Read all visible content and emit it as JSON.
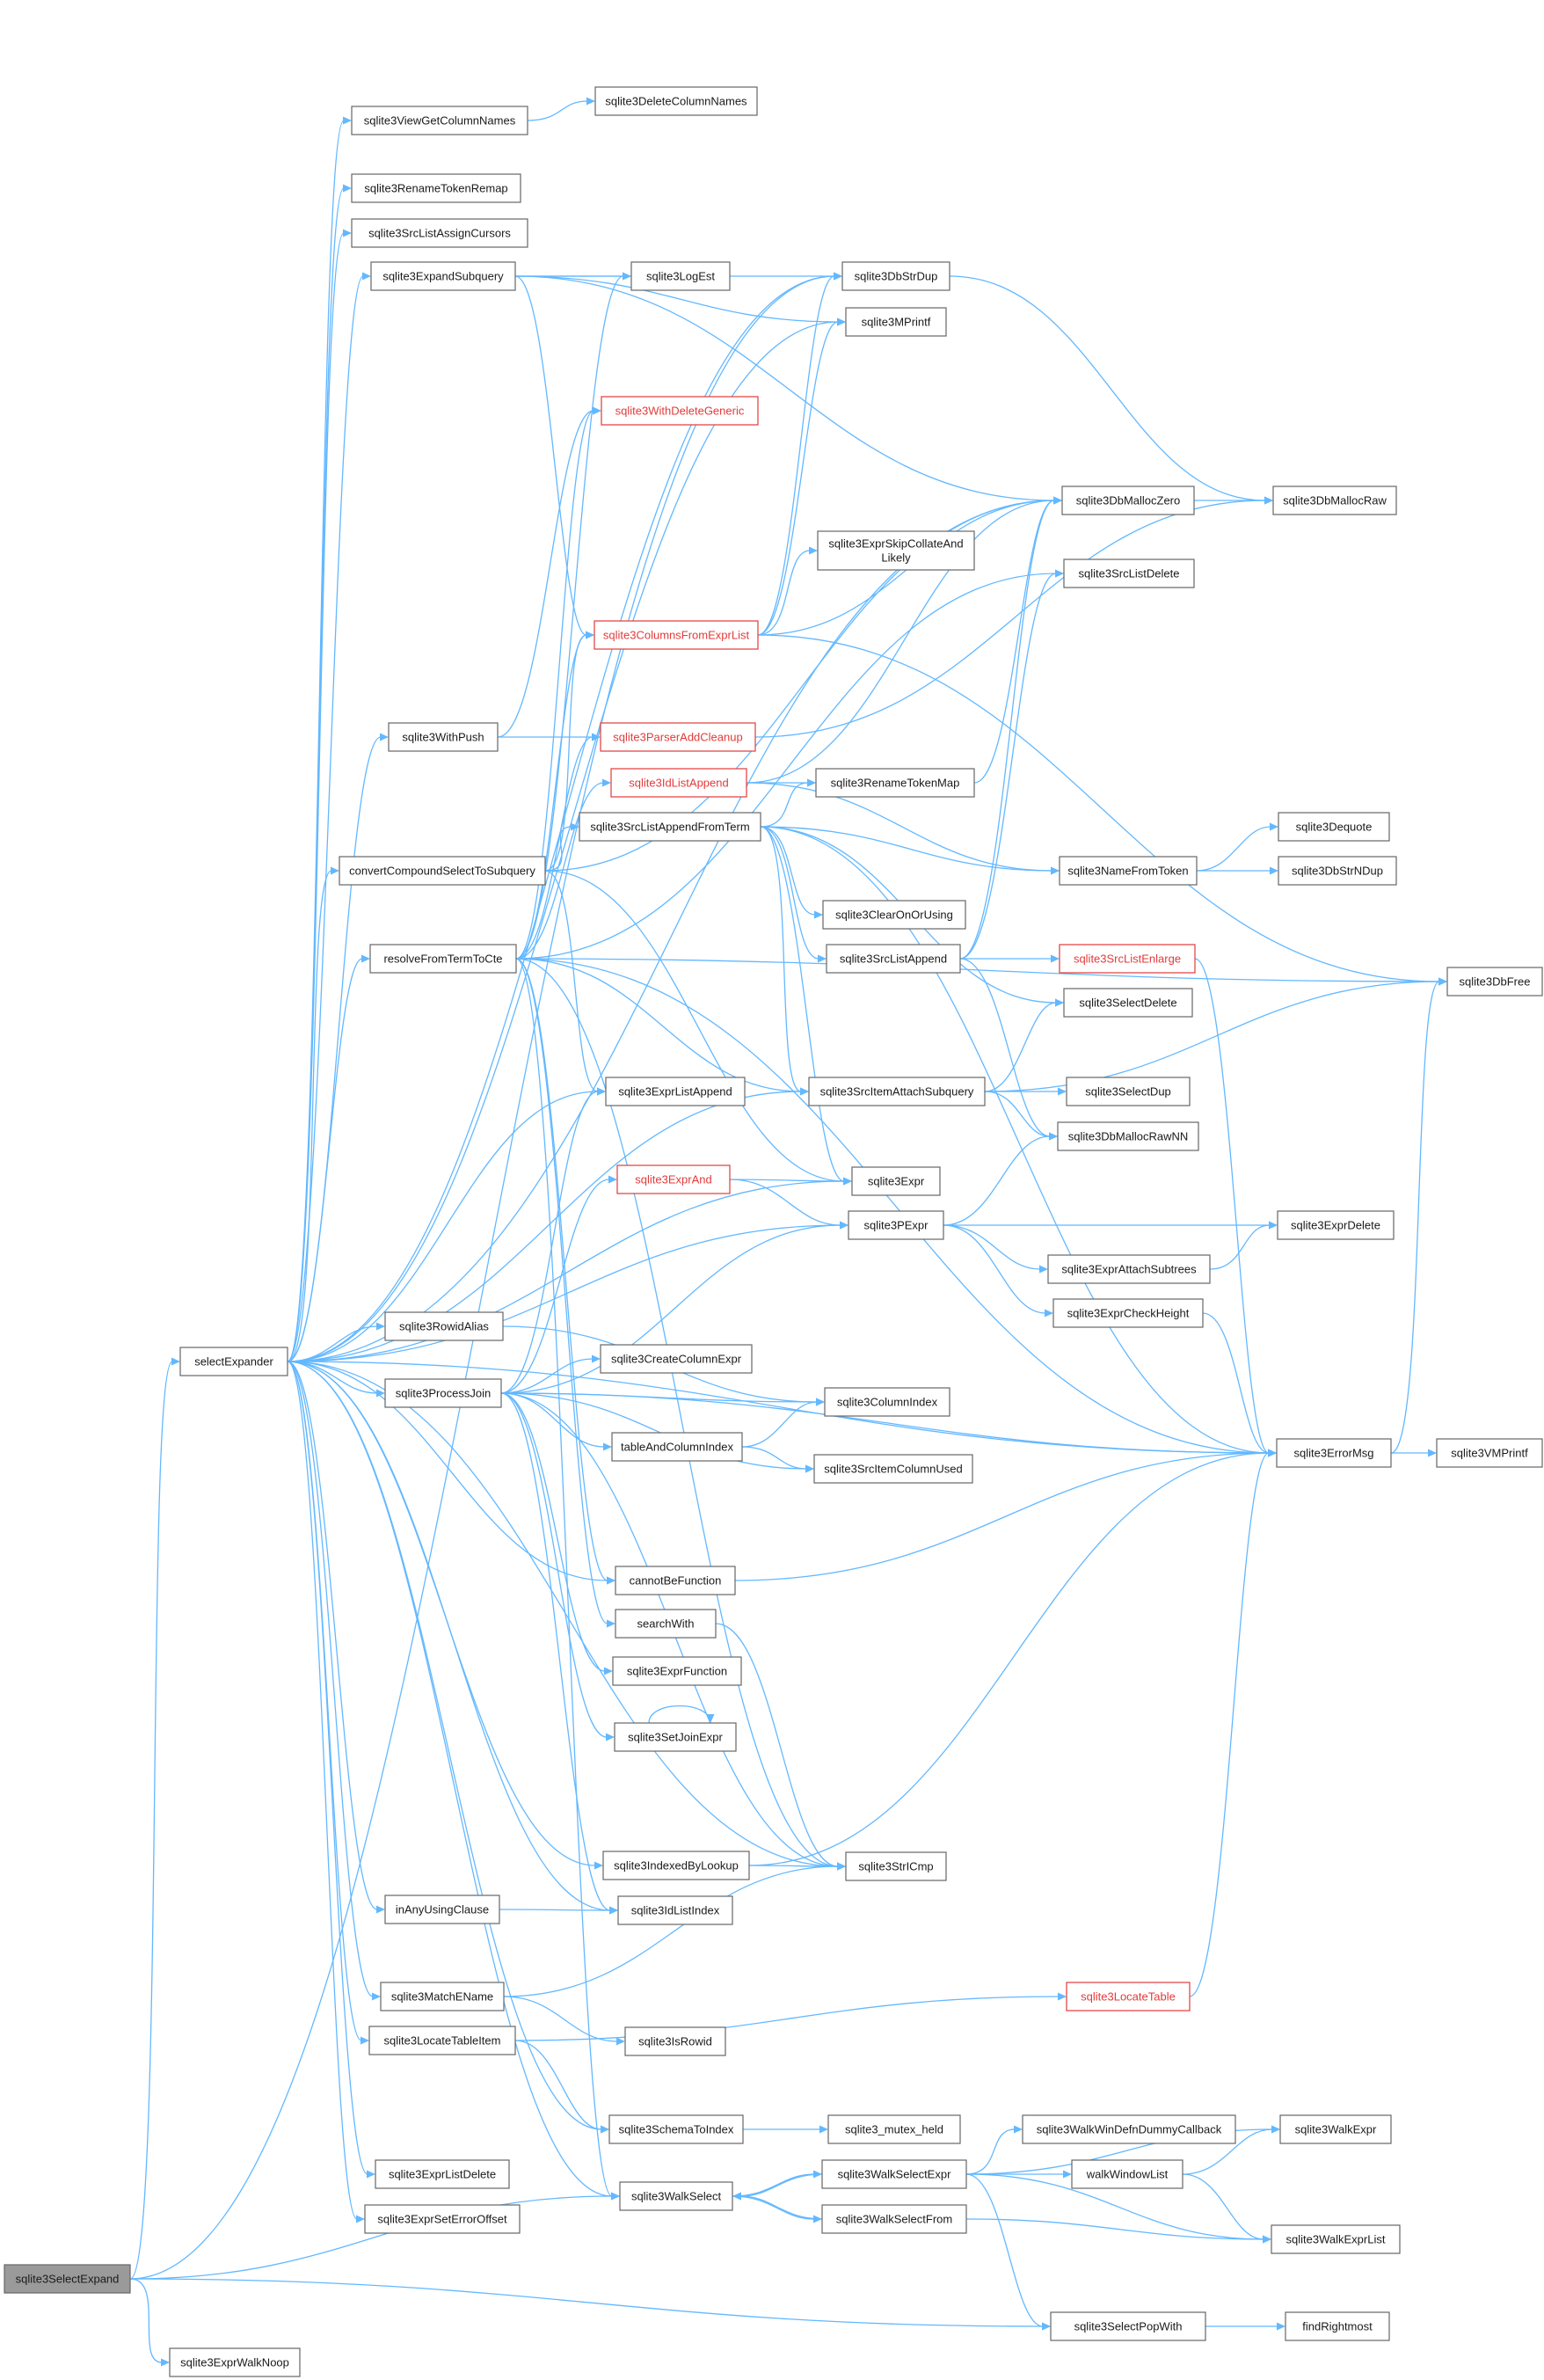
{
  "graph": {
    "nodes": [
      {
        "id": "sqlite3SelectExpand",
        "label": "sqlite3SelectExpand",
        "root": true
      },
      {
        "id": "sqlite3ExprWalkNoop",
        "label": "sqlite3ExprWalkNoop"
      },
      {
        "id": "selectExpander",
        "label": "selectExpander"
      },
      {
        "id": "sqlite3ViewGetColumnNames",
        "label": "sqlite3ViewGetColumnNames"
      },
      {
        "id": "sqlite3DeleteColumnNames",
        "label": "sqlite3DeleteColumnNames"
      },
      {
        "id": "sqlite3RenameTokenRemap",
        "label": "sqlite3RenameTokenRemap"
      },
      {
        "id": "sqlite3SrcListAssignCursors",
        "label": "sqlite3SrcListAssignCursors"
      },
      {
        "id": "sqlite3ExpandSubquery",
        "label": "sqlite3ExpandSubquery"
      },
      {
        "id": "sqlite3LogEst",
        "label": "sqlite3LogEst"
      },
      {
        "id": "sqlite3DbStrDup",
        "label": "sqlite3DbStrDup"
      },
      {
        "id": "sqlite3MPrintf",
        "label": "sqlite3MPrintf"
      },
      {
        "id": "sqlite3WithDeleteGeneric",
        "label": "sqlite3WithDeleteGeneric",
        "red": true
      },
      {
        "id": "sqlite3DbMallocZero",
        "label": "sqlite3DbMallocZero"
      },
      {
        "id": "sqlite3DbMallocRaw",
        "label": "sqlite3DbMallocRaw"
      },
      {
        "id": "sqlite3ExprSkipCollateAndLikely",
        "label": "sqlite3ExprSkipCollateAnd\nLikely"
      },
      {
        "id": "sqlite3SrcListDelete",
        "label": "sqlite3SrcListDelete"
      },
      {
        "id": "sqlite3ColumnsFromExprList",
        "label": "sqlite3ColumnsFromExprList",
        "red": true
      },
      {
        "id": "sqlite3WithPush",
        "label": "sqlite3WithPush"
      },
      {
        "id": "sqlite3ParserAddCleanup",
        "label": "sqlite3ParserAddCleanup",
        "red": true
      },
      {
        "id": "sqlite3IdListAppend",
        "label": "sqlite3IdListAppend",
        "red": true
      },
      {
        "id": "sqlite3RenameTokenMap",
        "label": "sqlite3RenameTokenMap"
      },
      {
        "id": "sqlite3SrcListAppendFromTerm",
        "label": "sqlite3SrcListAppendFromTerm"
      },
      {
        "id": "sqlite3Dequote",
        "label": "sqlite3Dequote"
      },
      {
        "id": "convertCompoundSelectToSubquery",
        "label": "convertCompoundSelectToSubquery"
      },
      {
        "id": "sqlite3NameFromToken",
        "label": "sqlite3NameFromToken"
      },
      {
        "id": "sqlite3DbStrNDup",
        "label": "sqlite3DbStrNDup"
      },
      {
        "id": "sqlite3ClearOnOrUsing",
        "label": "sqlite3ClearOnOrUsing"
      },
      {
        "id": "resolveFromTermToCte",
        "label": "resolveFromTermToCte"
      },
      {
        "id": "sqlite3SrcListAppend",
        "label": "sqlite3SrcListAppend"
      },
      {
        "id": "sqlite3SrcListEnlarge",
        "label": "sqlite3SrcListEnlarge",
        "red": true
      },
      {
        "id": "sqlite3DbFree",
        "label": "sqlite3DbFree"
      },
      {
        "id": "sqlite3SelectDelete",
        "label": "sqlite3SelectDelete"
      },
      {
        "id": "sqlite3ExprListAppend",
        "label": "sqlite3ExprListAppend"
      },
      {
        "id": "sqlite3SrcItemAttachSubquery",
        "label": "sqlite3SrcItemAttachSubquery"
      },
      {
        "id": "sqlite3SelectDup",
        "label": "sqlite3SelectDup"
      },
      {
        "id": "sqlite3DbMallocRawNN",
        "label": "sqlite3DbMallocRawNN"
      },
      {
        "id": "sqlite3ExprAnd",
        "label": "sqlite3ExprAnd",
        "red": true
      },
      {
        "id": "sqlite3Expr",
        "label": "sqlite3Expr"
      },
      {
        "id": "sqlite3PExpr",
        "label": "sqlite3PExpr"
      },
      {
        "id": "sqlite3ExprDelete",
        "label": "sqlite3ExprDelete"
      },
      {
        "id": "sqlite3ExprAttachSubtrees",
        "label": "sqlite3ExprAttachSubtrees"
      },
      {
        "id": "sqlite3ExprCheckHeight",
        "label": "sqlite3ExprCheckHeight"
      },
      {
        "id": "sqlite3RowidAlias",
        "label": "sqlite3RowidAlias"
      },
      {
        "id": "sqlite3ProcessJoin",
        "label": "sqlite3ProcessJoin"
      },
      {
        "id": "sqlite3CreateColumnExpr",
        "label": "sqlite3CreateColumnExpr"
      },
      {
        "id": "sqlite3ColumnIndex",
        "label": "sqlite3ColumnIndex"
      },
      {
        "id": "sqlite3ErrorMsg",
        "label": "sqlite3ErrorMsg"
      },
      {
        "id": "sqlite3VMPrintf",
        "label": "sqlite3VMPrintf"
      },
      {
        "id": "tableAndColumnIndex",
        "label": "tableAndColumnIndex"
      },
      {
        "id": "sqlite3SrcItemColumnUsed",
        "label": "sqlite3SrcItemColumnUsed"
      },
      {
        "id": "cannotBeFunction",
        "label": "cannotBeFunction"
      },
      {
        "id": "searchWith",
        "label": "searchWith"
      },
      {
        "id": "sqlite3ExprFunction",
        "label": "sqlite3ExprFunction"
      },
      {
        "id": "sqlite3SetJoinExpr",
        "label": "sqlite3SetJoinExpr"
      },
      {
        "id": "sqlite3IndexedByLookup",
        "label": "sqlite3IndexedByLookup"
      },
      {
        "id": "sqlite3StrICmp",
        "label": "sqlite3StrICmp"
      },
      {
        "id": "inAnyUsingClause",
        "label": "inAnyUsingClause"
      },
      {
        "id": "sqlite3IdListIndex",
        "label": "sqlite3IdListIndex"
      },
      {
        "id": "sqlite3MatchEName",
        "label": "sqlite3MatchEName"
      },
      {
        "id": "sqlite3LocateTable",
        "label": "sqlite3LocateTable",
        "red": true
      },
      {
        "id": "sqlite3IsRowid",
        "label": "sqlite3IsRowid"
      },
      {
        "id": "sqlite3LocateTableItem",
        "label": "sqlite3LocateTableItem"
      },
      {
        "id": "sqlite3SchemaToIndex",
        "label": "sqlite3SchemaToIndex"
      },
      {
        "id": "sqlite3_mutex_held",
        "label": "sqlite3_mutex_held"
      },
      {
        "id": "sqlite3WalkWinDefnDummyCallback",
        "label": "sqlite3WalkWinDefnDummyCallback"
      },
      {
        "id": "sqlite3WalkExpr",
        "label": "sqlite3WalkExpr"
      },
      {
        "id": "sqlite3ExprListDelete",
        "label": "sqlite3ExprListDelete"
      },
      {
        "id": "sqlite3WalkSelectExpr",
        "label": "sqlite3WalkSelectExpr"
      },
      {
        "id": "walkWindowList",
        "label": "walkWindowList"
      },
      {
        "id": "sqlite3ExprSetErrorOffset",
        "label": "sqlite3ExprSetErrorOffset"
      },
      {
        "id": "sqlite3WalkSelect",
        "label": "sqlite3WalkSelect"
      },
      {
        "id": "sqlite3WalkSelectFrom",
        "label": "sqlite3WalkSelectFrom"
      },
      {
        "id": "sqlite3WalkExprList",
        "label": "sqlite3WalkExprList"
      },
      {
        "id": "sqlite3SelectPopWith",
        "label": "sqlite3SelectPopWith"
      },
      {
        "id": "findRightmost",
        "label": "findRightmost"
      }
    ],
    "edges": [
      [
        "sqlite3SelectExpand",
        "sqlite3ExprWalkNoop"
      ],
      [
        "sqlite3SelectExpand",
        "selectExpander"
      ],
      [
        "sqlite3SelectExpand",
        "sqlite3WalkSelect"
      ],
      [
        "sqlite3SelectExpand",
        "sqlite3SelectPopWith"
      ],
      [
        "sqlite3SelectExpand",
        "sqlite3DbStrDup"
      ],
      [
        "selectExpander",
        "sqlite3ViewGetColumnNames"
      ],
      [
        "selectExpander",
        "sqlite3RenameTokenRemap"
      ],
      [
        "selectExpander",
        "sqlite3SrcListAssignCursors"
      ],
      [
        "selectExpander",
        "sqlite3ExpandSubquery"
      ],
      [
        "selectExpander",
        "sqlite3MPrintf"
      ],
      [
        "selectExpander",
        "sqlite3DbMallocZero"
      ],
      [
        "selectExpander",
        "sqlite3WithPush"
      ],
      [
        "selectExpander",
        "convertCompoundSelectToSubquery"
      ],
      [
        "selectExpander",
        "resolveFromTermToCte"
      ],
      [
        "selectExpander",
        "sqlite3ExprListAppend"
      ],
      [
        "selectExpander",
        "sqlite3SrcItemAttachSubquery"
      ],
      [
        "selectExpander",
        "sqlite3Expr"
      ],
      [
        "selectExpander",
        "sqlite3PExpr"
      ],
      [
        "selectExpander",
        "sqlite3RowidAlias"
      ],
      [
        "selectExpander",
        "sqlite3ProcessJoin"
      ],
      [
        "selectExpander",
        "sqlite3ErrorMsg"
      ],
      [
        "selectExpander",
        "cannotBeFunction"
      ],
      [
        "selectExpander",
        "sqlite3IndexedByLookup"
      ],
      [
        "selectExpander",
        "inAnyUsingClause"
      ],
      [
        "selectExpander",
        "sqlite3IdListIndex"
      ],
      [
        "selectExpander",
        "sqlite3StrICmp"
      ],
      [
        "selectExpander",
        "sqlite3MatchEName"
      ],
      [
        "selectExpander",
        "sqlite3LocateTableItem"
      ],
      [
        "selectExpander",
        "sqlite3SchemaToIndex"
      ],
      [
        "selectExpander",
        "sqlite3ExprListDelete"
      ],
      [
        "selectExpander",
        "sqlite3ExprSetErrorOffset"
      ],
      [
        "selectExpander",
        "sqlite3WalkSelect"
      ],
      [
        "selectExpander",
        "sqlite3DbStrDup"
      ],
      [
        "sqlite3ViewGetColumnNames",
        "sqlite3DeleteColumnNames"
      ],
      [
        "sqlite3ExpandSubquery",
        "sqlite3LogEst"
      ],
      [
        "sqlite3ExpandSubquery",
        "sqlite3DbStrDup"
      ],
      [
        "sqlite3ExpandSubquery",
        "sqlite3MPrintf"
      ],
      [
        "sqlite3ExpandSubquery",
        "sqlite3DbMallocZero"
      ],
      [
        "sqlite3ExpandSubquery",
        "sqlite3ColumnsFromExprList"
      ],
      [
        "sqlite3DbStrDup",
        "sqlite3DbMallocRaw"
      ],
      [
        "sqlite3DbMallocZero",
        "sqlite3DbMallocRaw"
      ],
      [
        "sqlite3ColumnsFromExprList",
        "sqlite3DbStrDup"
      ],
      [
        "sqlite3ColumnsFromExprList",
        "sqlite3MPrintf"
      ],
      [
        "sqlite3ColumnsFromExprList",
        "sqlite3ExprSkipCollateAndLikely"
      ],
      [
        "sqlite3ColumnsFromExprList",
        "sqlite3DbMallocZero"
      ],
      [
        "sqlite3ColumnsFromExprList",
        "sqlite3DbFree"
      ],
      [
        "sqlite3WithPush",
        "sqlite3WithDeleteGeneric"
      ],
      [
        "sqlite3WithPush",
        "sqlite3ParserAddCleanup"
      ],
      [
        "sqlite3ParserAddCleanup",
        "sqlite3DbMallocRaw"
      ],
      [
        "sqlite3IdListAppend",
        "sqlite3DbMallocZero"
      ],
      [
        "sqlite3IdListAppend",
        "sqlite3RenameTokenMap"
      ],
      [
        "sqlite3IdListAppend",
        "sqlite3NameFromToken"
      ],
      [
        "sqlite3RenameTokenMap",
        "sqlite3DbMallocZero"
      ],
      [
        "convertCompoundSelectToSubquery",
        "sqlite3DbMallocZero"
      ],
      [
        "convertCompoundSelectToSubquery",
        "sqlite3SrcListAppendFromTerm"
      ],
      [
        "convertCompoundSelectToSubquery",
        "sqlite3ExprListAppend"
      ],
      [
        "convertCompoundSelectToSubquery",
        "sqlite3Expr"
      ],
      [
        "convertCompoundSelectToSubquery",
        "sqlite3ColumnsFromExprList"
      ],
      [
        "sqlite3SrcListAppendFromTerm",
        "sqlite3RenameTokenMap"
      ],
      [
        "sqlite3SrcListAppendFromTerm",
        "sqlite3NameFromToken"
      ],
      [
        "sqlite3SrcListAppendFromTerm",
        "sqlite3ClearOnOrUsing"
      ],
      [
        "sqlite3SrcListAppendFromTerm",
        "sqlite3SrcListAppend"
      ],
      [
        "sqlite3SrcListAppendFromTerm",
        "sqlite3SelectDelete"
      ],
      [
        "sqlite3SrcListAppendFromTerm",
        "sqlite3SrcItemAttachSubquery"
      ],
      [
        "sqlite3SrcListAppendFromTerm",
        "sqlite3ErrorMsg"
      ],
      [
        "sqlite3SrcListAppendFromTerm",
        "sqlite3Expr"
      ],
      [
        "sqlite3NameFromToken",
        "sqlite3Dequote"
      ],
      [
        "sqlite3NameFromToken",
        "sqlite3DbStrNDup"
      ],
      [
        "resolveFromTermToCte",
        "sqlite3SrcListDelete"
      ],
      [
        "resolveFromTermToCte",
        "sqlite3ParserAddCleanup"
      ],
      [
        "resolveFromTermToCte",
        "sqlite3IdListAppend"
      ],
      [
        "resolveFromTermToCte",
        "sqlite3DbFree"
      ],
      [
        "resolveFromTermToCte",
        "sqlite3SrcItemAttachSubquery"
      ],
      [
        "resolveFromTermToCte",
        "sqlite3ErrorMsg"
      ],
      [
        "resolveFromTermToCte",
        "cannotBeFunction"
      ],
      [
        "resolveFromTermToCte",
        "searchWith"
      ],
      [
        "resolveFromTermToCte",
        "sqlite3StrICmp"
      ],
      [
        "resolveFromTermToCte",
        "sqlite3WalkSelect"
      ],
      [
        "resolveFromTermToCte",
        "sqlite3ColumnsFromExprList"
      ],
      [
        "resolveFromTermToCte",
        "sqlite3LogEst"
      ],
      [
        "resolveFromTermToCte",
        "sqlite3WithDeleteGeneric"
      ],
      [
        "sqlite3SrcListAppend",
        "sqlite3DbMallocZero"
      ],
      [
        "sqlite3SrcListAppend",
        "sqlite3SrcListDelete"
      ],
      [
        "sqlite3SrcListAppend",
        "sqlite3SrcListEnlarge"
      ],
      [
        "sqlite3SrcListAppend",
        "sqlite3DbMallocRawNN"
      ],
      [
        "sqlite3SrcListEnlarge",
        "sqlite3ErrorMsg"
      ],
      [
        "sqlite3SrcItemAttachSubquery",
        "sqlite3SelectDelete"
      ],
      [
        "sqlite3SrcItemAttachSubquery",
        "sqlite3SelectDup"
      ],
      [
        "sqlite3SrcItemAttachSubquery",
        "sqlite3DbMallocRawNN"
      ],
      [
        "sqlite3SrcItemAttachSubquery",
        "sqlite3DbFree"
      ],
      [
        "sqlite3ExprAnd",
        "sqlite3Expr"
      ],
      [
        "sqlite3ExprAnd",
        "sqlite3PExpr"
      ],
      [
        "sqlite3PExpr",
        "sqlite3DbMallocRawNN"
      ],
      [
        "sqlite3PExpr",
        "sqlite3ExprDelete"
      ],
      [
        "sqlite3PExpr",
        "sqlite3ExprAttachSubtrees"
      ],
      [
        "sqlite3PExpr",
        "sqlite3ExprCheckHeight"
      ],
      [
        "sqlite3ExprAttachSubtrees",
        "sqlite3ExprDelete"
      ],
      [
        "sqlite3ExprCheckHeight",
        "sqlite3ErrorMsg"
      ],
      [
        "sqlite3RowidAlias",
        "sqlite3ColumnIndex"
      ],
      [
        "sqlite3ProcessJoin",
        "sqlite3ExprListAppend"
      ],
      [
        "sqlite3ProcessJoin",
        "sqlite3ExprAnd"
      ],
      [
        "sqlite3ProcessJoin",
        "sqlite3PExpr"
      ],
      [
        "sqlite3ProcessJoin",
        "sqlite3CreateColumnExpr"
      ],
      [
        "sqlite3ProcessJoin",
        "sqlite3ColumnIndex"
      ],
      [
        "sqlite3ProcessJoin",
        "tableAndColumnIndex"
      ],
      [
        "sqlite3ProcessJoin",
        "sqlite3SrcItemColumnUsed"
      ],
      [
        "sqlite3ProcessJoin",
        "sqlite3ErrorMsg"
      ],
      [
        "sqlite3ProcessJoin",
        "sqlite3ExprFunction"
      ],
      [
        "sqlite3ProcessJoin",
        "sqlite3SetJoinExpr"
      ],
      [
        "sqlite3ProcessJoin",
        "sqlite3IdListIndex"
      ],
      [
        "sqlite3ProcessJoin",
        "sqlite3StrICmp"
      ],
      [
        "sqlite3ErrorMsg",
        "sqlite3VMPrintf"
      ],
      [
        "sqlite3ErrorMsg",
        "sqlite3DbFree"
      ],
      [
        "tableAndColumnIndex",
        "sqlite3ColumnIndex"
      ],
      [
        "tableAndColumnIndex",
        "sqlite3SrcItemColumnUsed"
      ],
      [
        "cannotBeFunction",
        "sqlite3ErrorMsg"
      ],
      [
        "searchWith",
        "sqlite3StrICmp"
      ],
      [
        "sqlite3SetJoinExpr",
        "sqlite3SetJoinExpr"
      ],
      [
        "sqlite3IndexedByLookup",
        "sqlite3StrICmp"
      ],
      [
        "sqlite3IndexedByLookup",
        "sqlite3ErrorMsg"
      ],
      [
        "inAnyUsingClause",
        "sqlite3IdListIndex"
      ],
      [
        "sqlite3MatchEName",
        "sqlite3StrICmp"
      ],
      [
        "sqlite3MatchEName",
        "sqlite3IsRowid"
      ],
      [
        "sqlite3LocateTableItem",
        "sqlite3LocateTable"
      ],
      [
        "sqlite3LocateTableItem",
        "sqlite3SchemaToIndex"
      ],
      [
        "sqlite3LocateTable",
        "sqlite3ErrorMsg"
      ],
      [
        "sqlite3SchemaToIndex",
        "sqlite3_mutex_held"
      ],
      [
        "sqlite3WalkSelect",
        "sqlite3WalkSelectExpr"
      ],
      [
        "sqlite3WalkSelect",
        "sqlite3WalkSelectFrom"
      ],
      [
        "sqlite3WalkSelectExpr",
        "sqlite3WalkWinDefnDummyCallback"
      ],
      [
        "sqlite3WalkSelectExpr",
        "sqlite3WalkExpr"
      ],
      [
        "sqlite3WalkSelectExpr",
        "walkWindowList"
      ],
      [
        "sqlite3WalkSelectExpr",
        "sqlite3WalkExprList"
      ],
      [
        "sqlite3WalkSelectExpr",
        "sqlite3WalkSelect"
      ],
      [
        "sqlite3WalkSelectExpr",
        "sqlite3SelectPopWith"
      ],
      [
        "walkWindowList",
        "sqlite3WalkExpr"
      ],
      [
        "walkWindowList",
        "sqlite3WalkExprList"
      ],
      [
        "sqlite3WalkSelectFrom",
        "sqlite3WalkSelect"
      ],
      [
        "sqlite3WalkSelectFrom",
        "sqlite3WalkExprList"
      ],
      [
        "sqlite3SelectPopWith",
        "findRightmost"
      ]
    ]
  }
}
